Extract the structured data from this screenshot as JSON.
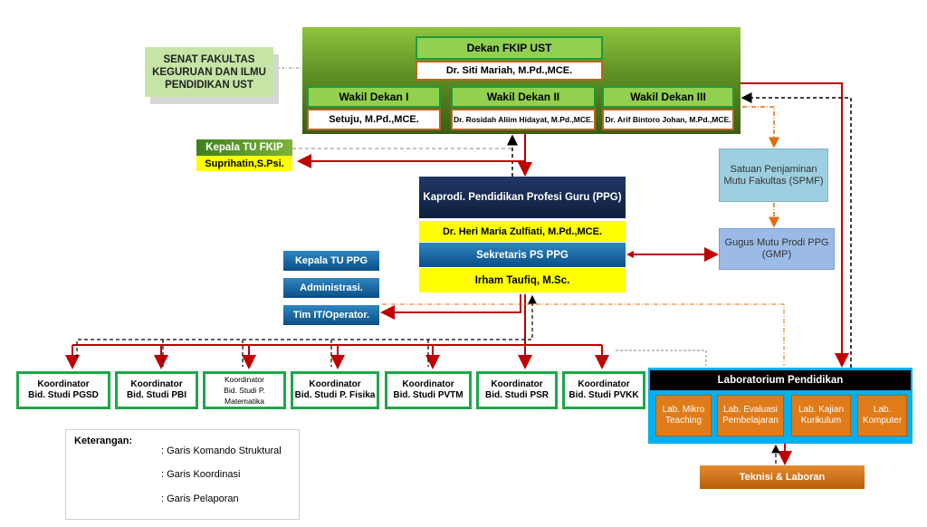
{
  "senat": "SENAT FAKULTAS KEGURUAN DAN ILMU PENDIDIKAN UST",
  "dekan": {
    "title": "Dekan FKIP UST",
    "name": "Dr. Siti Mariah, M.Pd.,MCE."
  },
  "wakil_dekan": [
    {
      "title": "Wakil Dekan I",
      "name": "Setuju, M.Pd.,MCE."
    },
    {
      "title": "Wakil Dekan II",
      "name": "Dr. Rosidah Aliim Hidayat, M.Pd.,MCE."
    },
    {
      "title": "Wakil Dekan III",
      "name": "Dr. Arif Bintoro Johan, M.Pd.,MCE."
    }
  ],
  "kepala_tu_fkip": {
    "title": "Kepala TU FKIP",
    "name": "Suprihatin,S.Psi."
  },
  "kaprodi": {
    "title": "Kaprodi. Pendidikan Profesi Guru (PPG)",
    "name": "Dr. Heri Maria Zulfiati, M.Pd.,MCE."
  },
  "sekretaris": {
    "title": "Sekretaris PS PPG",
    "name": "Irham Taufiq, M.Sc."
  },
  "spmf": "Satuan Penjaminan Mutu Fakultas (SPMF)",
  "gmp": "Gugus Mutu Prodi PPG (GMP)",
  "tu_ppg": [
    "Kepala TU PPG",
    "Administrasi.",
    "Tim IT/Operator."
  ],
  "koordinator": [
    {
      "line1": "Koordinator",
      "line2": "Bid. Studi PGSD"
    },
    {
      "line1": "Koordinator",
      "line2": "Bid. Studi PBI"
    },
    {
      "line1": "Koordinator",
      "line2": "Bid. Studi P. Matematika"
    },
    {
      "line1": "Koordinator",
      "line2": "Bid. Studi P. Fisika"
    },
    {
      "line1": "Koordinator",
      "line2": "Bid. Studi PVTM"
    },
    {
      "line1": "Koordinator",
      "line2": "Bid. Studi PSR"
    },
    {
      "line1": "Koordinator",
      "line2": "Bid. Studi PVKK"
    }
  ],
  "laboratorium": {
    "title": "Laboratorium Pendidikan",
    "items": [
      "Lab. Mikro Teaching",
      "Lab. Evaluasi Pembelajaran",
      "Lab. Kajian Kurikulum",
      "Lab. Komputer"
    ]
  },
  "teknisi": "Teknisi & Laboran",
  "legend": {
    "title": "Keterangan:",
    "items": [
      ": Garis Komando  Struktural",
      ": Garis Koordinasi",
      ": Garis Pelaporan"
    ]
  },
  "colors": {
    "komando": "#c00000",
    "koordinasi": "#e36c09",
    "pelaporan": "#000000"
  }
}
